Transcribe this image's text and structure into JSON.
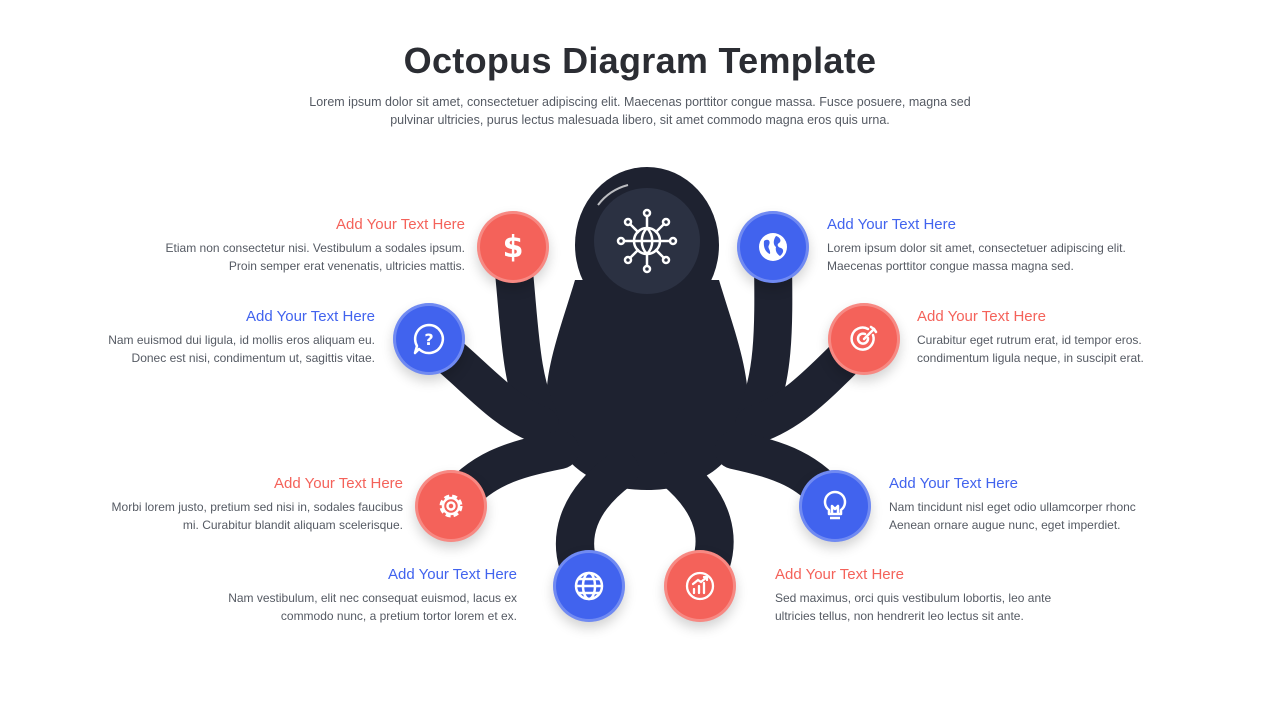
{
  "title": "Octopus Diagram Template",
  "subtitle": "Lorem ipsum dolor sit amet, consectetuer adipiscing elit. Maecenas porttitor congue massa. Fusce posuere, magna sed pulvinar ultricies, purus lectus malesuada libero, sit amet commodo magna eros quis urna.",
  "colors": {
    "body": "#1e2230",
    "red": "#f4625a",
    "blue": "#4163ee"
  },
  "center_icon": "network-globe-icon",
  "items": [
    {
      "heading": "Add Your Text Here",
      "text": "Etiam non consectetur nisi. Vestibulum a sodales ipsum. Proin semper erat venenatis, ultricies mattis.",
      "icon": "dollar-icon",
      "color": "red"
    },
    {
      "heading": "Add Your Text Here",
      "text": "Nam euismod dui ligula, id mollis eros aliquam eu. Donec est nisi, condimentum ut, sagittis vitae.",
      "icon": "question-chat-icon",
      "color": "blue"
    },
    {
      "heading": "Add Your Text Here",
      "text": "Morbi lorem justo, pretium sed nisi in, sodales faucibus mi. Curabitur blandit aliquam scelerisque.",
      "icon": "gear-icon",
      "color": "red"
    },
    {
      "heading": "Add Your Text Here",
      "text": "Nam vestibulum, elit nec consequat euismod, lacus ex commodo nunc, a pretium tortor lorem et ex.",
      "icon": "globe-icon",
      "color": "blue"
    },
    {
      "heading": "Add Your Text Here",
      "text": "Lorem ipsum dolor sit amet, consectetuer adipiscing elit. Maecenas porttitor congue massa magna sed.",
      "icon": "earth-icon",
      "color": "blue"
    },
    {
      "heading": "Add Your Text Here",
      "text": "Curabitur eget rutrum erat, id tempor eros. condimentum ligula neque, in suscipit erat.",
      "icon": "target-icon",
      "color": "red"
    },
    {
      "heading": "Add Your Text Here",
      "text": "Nam tincidunt nisl eget odio ullamcorper rhonc Aenean ornare augue nunc, eget imperdiet.",
      "icon": "lightbulb-icon",
      "color": "blue"
    },
    {
      "heading": "Add Your Text Here",
      "text": "Sed maximus, orci quis vestibulum lobortis, leo ante ultricies tellus, non hendrerit leo lectus sit ante.",
      "icon": "growth-chart-icon",
      "color": "red"
    }
  ]
}
